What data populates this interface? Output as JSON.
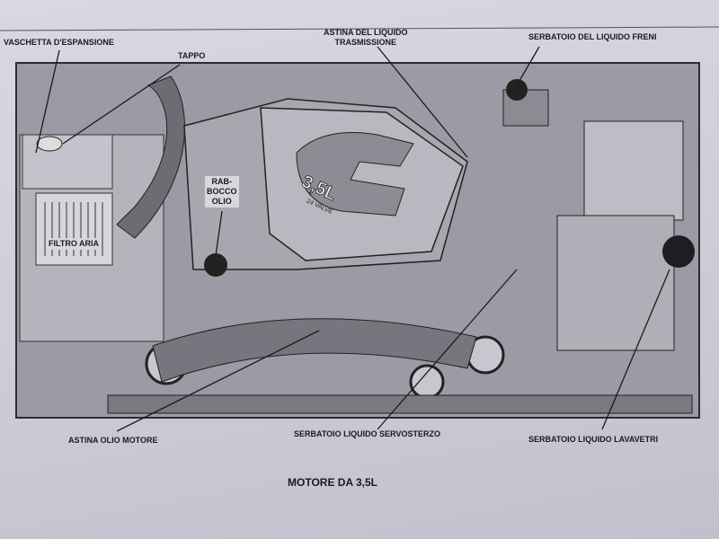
{
  "labels": {
    "expansion_tank": "VASCHETTA D'ESPANSIONE",
    "cap": "TAPPO",
    "transmission_dipstick_1": "ASTINA DEL LIQUIDO",
    "transmission_dipstick_2": "TRASMISSIONE",
    "brake_reservoir": "SERBATOIO DEL LIQUIDO FRENI",
    "oil_fill_1": "RAB-",
    "oil_fill_2": "BOCCO",
    "oil_fill_3": "OLIO",
    "air_filter": "FILTRO ARIA",
    "engine_dipstick": "ASTINA OLIO MOTORE",
    "power_steering_reservoir": "SERBATOIO LIQUIDO SERVOSTERZO",
    "washer_reservoir": "SERBATOIO LIQUIDO LAVAVETRI"
  },
  "engine_badge": "3,5L",
  "engine_badge_sub": "24 VALVE",
  "caption": "MOTORE DA 3,5L"
}
